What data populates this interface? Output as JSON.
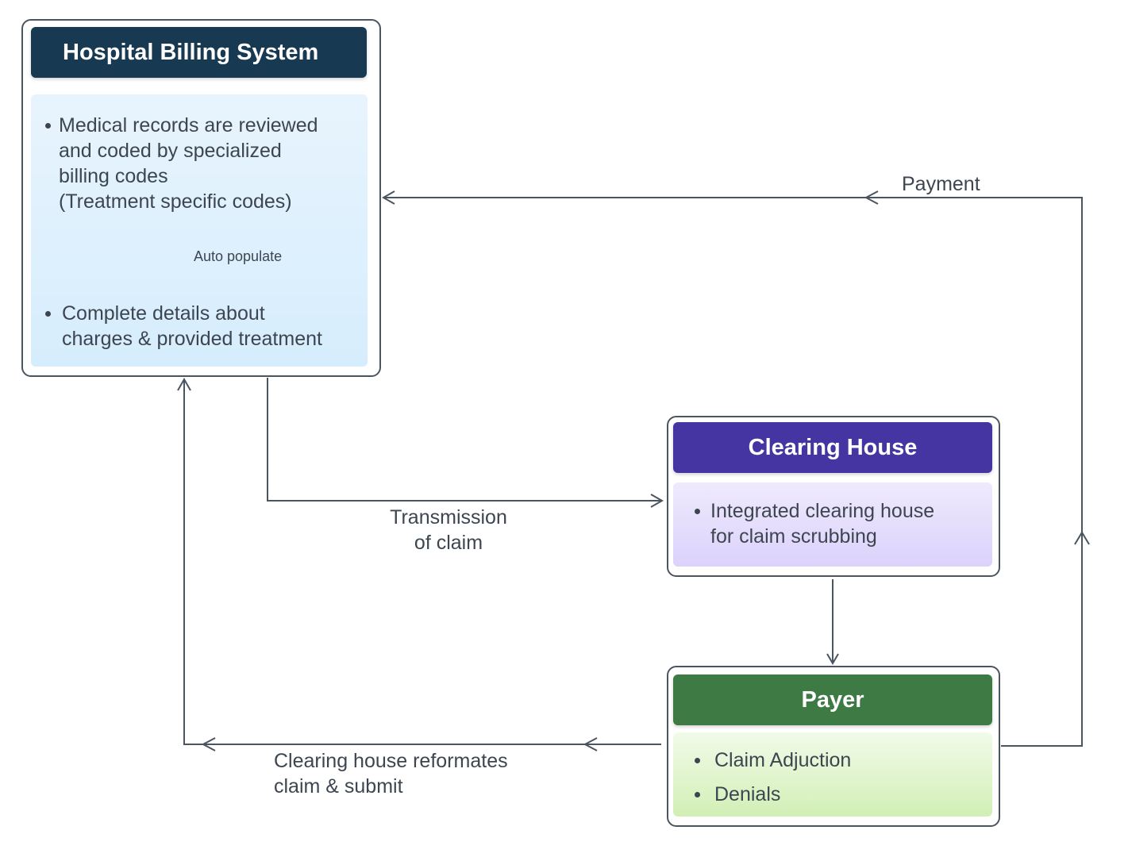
{
  "hospital_billing": {
    "title": "Hospital Billing System",
    "bullet_1": "Medical records are reviewed\nand coded by specialized\nbilling codes\n(Treatment specific codes)",
    "auto_populate": "Auto populate",
    "bullet_2": "Complete details about\ncharges & provided treatment"
  },
  "clearing_house": {
    "title": "Clearing House",
    "bullet_1": "Integrated clearing house\nfor claim scrubbing"
  },
  "payer": {
    "title": "Payer",
    "bullet_1": "Claim Adjuction",
    "bullet_2": "Denials"
  },
  "edges": {
    "payment": "Payment",
    "transmission": "Transmission\nof claim",
    "reformat": "Clearing house reformates\nclaim & submit"
  },
  "colors": {
    "hospital_header": "#173a52",
    "clearing_header": "#4535a3",
    "payer_header": "#3e7a44",
    "line": "#4a5560"
  }
}
